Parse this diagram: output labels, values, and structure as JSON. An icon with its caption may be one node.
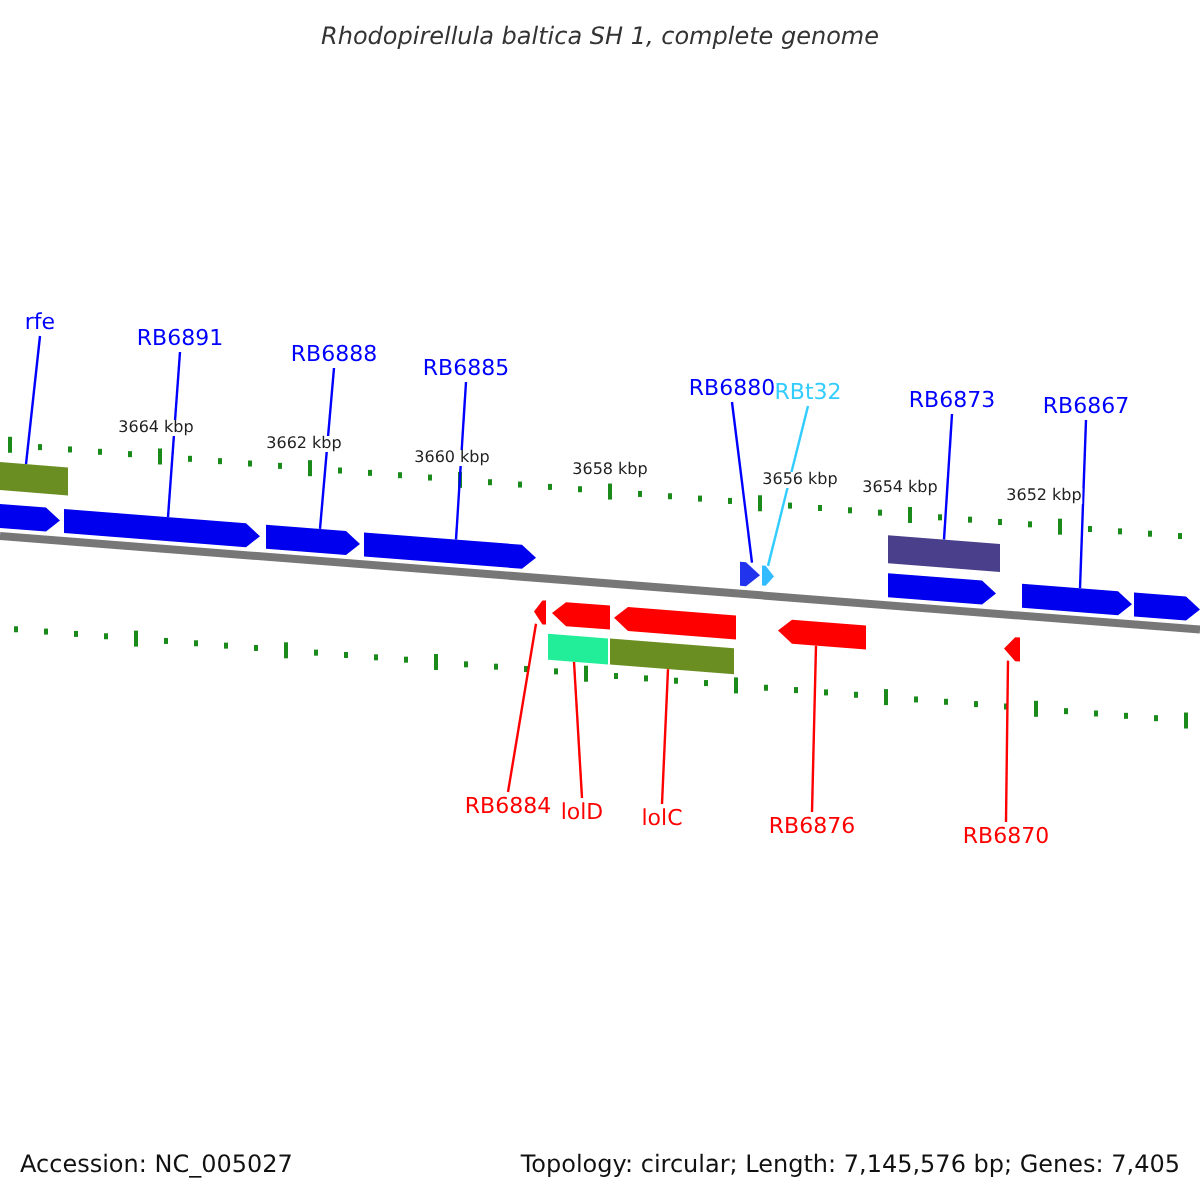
{
  "diagram": {
    "title": "Rhodopirellula baltica SH 1, complete genome",
    "nodes": [
      {
        "text": [
          "rfe"
        ]
      },
      {
        "text": [
          "RB6891"
        ]
      },
      {
        "text": [
          "RB6888"
        ]
      },
      {
        "text": [
          "RB6885"
        ]
      },
      {
        "text": [
          "RB6880"
        ]
      },
      {
        "text": [
          "RBt32"
        ]
      },
      {
        "text": [
          "RB6873"
        ]
      },
      {
        "text": [
          "RB6867"
        ]
      },
      {
        "text": [
          "RB6884"
        ]
      },
      {
        "text": [
          "lolD"
        ]
      },
      {
        "text": [
          "lolC"
        ]
      },
      {
        "text": [
          "RB6876"
        ]
      },
      {
        "text": [
          "RB6870"
        ]
      },
      {
        "text": [],
        "shape": "box"
      },
      {
        "text": [],
        "shape": "bar"
      },
      {
        "text": [],
        "shape": "bar"
      },
      {
        "text": [],
        "shape": "bar"
      },
      {
        "text": [],
        "shape": "bar"
      },
      {
        "text": [],
        "shape": "bar"
      },
      {
        "text": [],
        "shape": "bar"
      },
      {
        "text": [],
        "shape": "box"
      },
      {
        "text": [],
        "shape": "bar"
      },
      {
        "text": [],
        "shape": "bar"
      },
      {
        "text": [],
        "shape": "bar"
      },
      {
        "text": [],
        "shape": "bar"
      },
      {
        "text": [],
        "shape": "bar"
      },
      {
        "text": [],
        "shape": "bar"
      },
      {
        "text": [],
        "shape": "bar"
      },
      {
        "text": [],
        "shape": "bar"
      },
      {
        "text": [],
        "shape": "box"
      },
      {
        "text": [],
        "shape": "box"
      }
    ],
    "edges": [
      {
        "from": 0,
        "to": 13,
        "arrow": "none"
      },
      {
        "from": 1,
        "to": 15,
        "arrow": "none"
      },
      {
        "from": 2,
        "to": 16,
        "arrow": "none"
      },
      {
        "from": 3,
        "to": 17,
        "arrow": "none"
      },
      {
        "from": 4,
        "to": 18,
        "arrow": "none"
      },
      {
        "from": 5,
        "to": 19,
        "arrow": "none",
        "color": "#33ccff"
      },
      {
        "from": 6,
        "to": 20,
        "arrow": "none"
      },
      {
        "from": 7,
        "to": 22,
        "arrow": "none"
      },
      {
        "from": 8,
        "to": 24,
        "arrow": "none",
        "color": "#ff0000"
      },
      {
        "from": 9,
        "to": 29,
        "arrow": "none",
        "color": "#ff0000"
      },
      {
        "from": 10,
        "to": 30,
        "arrow": "none",
        "color": "#ff0000"
      },
      {
        "from": 11,
        "to": 27,
        "arrow": "none",
        "color": "#ff0000"
      },
      {
        "from": 12,
        "to": 28,
        "arrow": "none",
        "color": "#ff0000"
      }
    ],
    "labels": [
      "3664 kbp",
      "3662 kbp",
      "3660 kbp",
      "3658 kbp",
      "3656 kbp",
      "3654 kbp",
      "3652 kbp",
      "Accession: NC_005027",
      "Topology: circular; Length: 7,145,576 bp; Genes: 7,405"
    ]
  }
}
